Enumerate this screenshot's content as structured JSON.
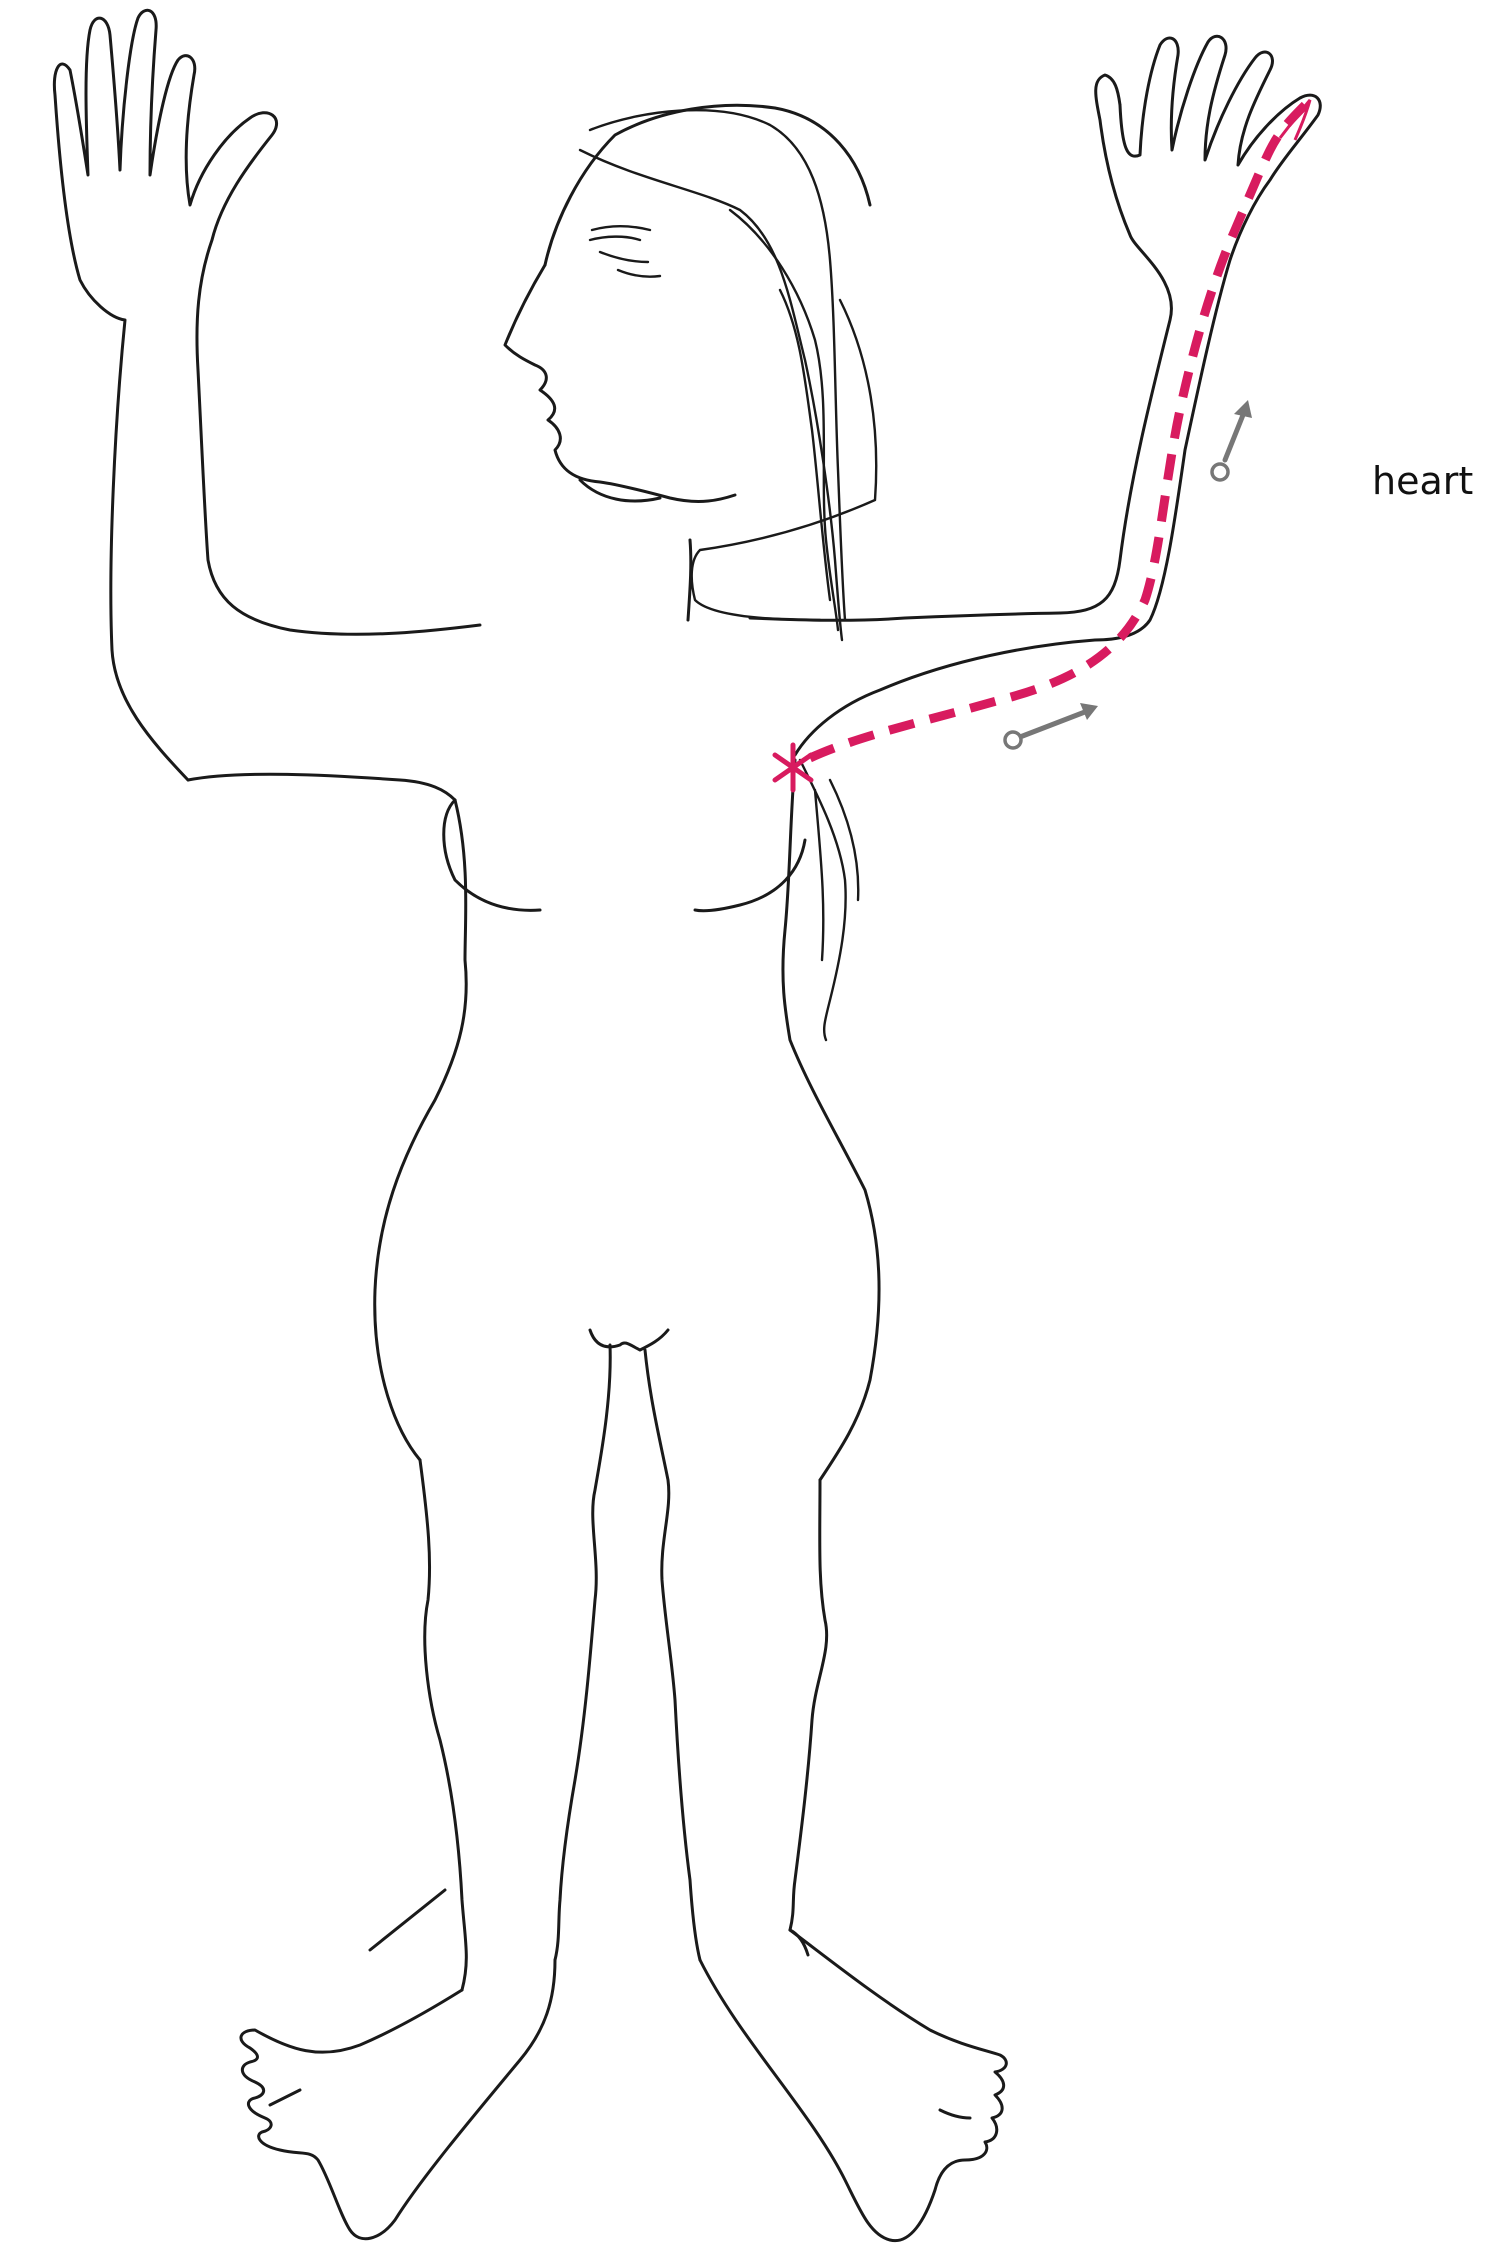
{
  "label": "heart",
  "colors": {
    "outline": "#1a1a1a",
    "meridian": "#d81b5f",
    "arrow": "#777777",
    "background": "#ffffff"
  },
  "icons": {
    "start_point": "asterisk",
    "direction_arrows": "arrow-with-circle-tail"
  }
}
